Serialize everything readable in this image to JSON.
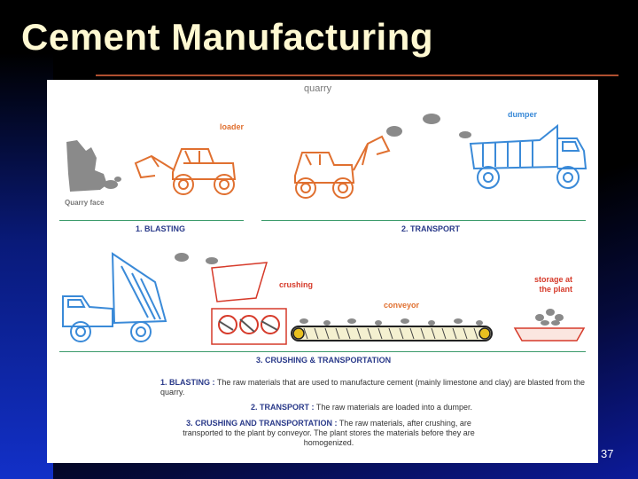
{
  "slide": {
    "title": "Cement Manufacturing",
    "page_number": "37"
  },
  "diagram": {
    "labels": {
      "quarry": "quarry",
      "loader": "loader",
      "dumper": "dumper",
      "quarry_face": "Quarry face",
      "crushing": "crushing",
      "conveyor": "conveyor",
      "storage": "storage at\nthe plant"
    },
    "stages": {
      "blasting": "1. BLASTING",
      "transport": "2. TRANSPORT",
      "crushing_transportation": "3. CRUSHING & TRANSPORTATION"
    },
    "descriptions": {
      "d1_head": "1. BLASTING :",
      "d1_text": "The raw materials that are used to manufacture cement (mainly limestone and clay) are blasted from the quarry.",
      "d2_head": "2. TRANSPORT :",
      "d2_text": "The raw materials are loaded into a dumper.",
      "d3_head": "3. CRUSHING AND TRANSPORTATION :",
      "d3_text": "The raw materials, after crushing, are transported to the plant by conveyor. The plant stores the materials before they are homogenized."
    },
    "colors": {
      "loader": "#e07030",
      "dumper": "#3a8ad8",
      "rock": "#888888",
      "stage_text": "#2a3a8a",
      "divider": "#3a9a6a",
      "storage": "#d63a2a"
    }
  }
}
